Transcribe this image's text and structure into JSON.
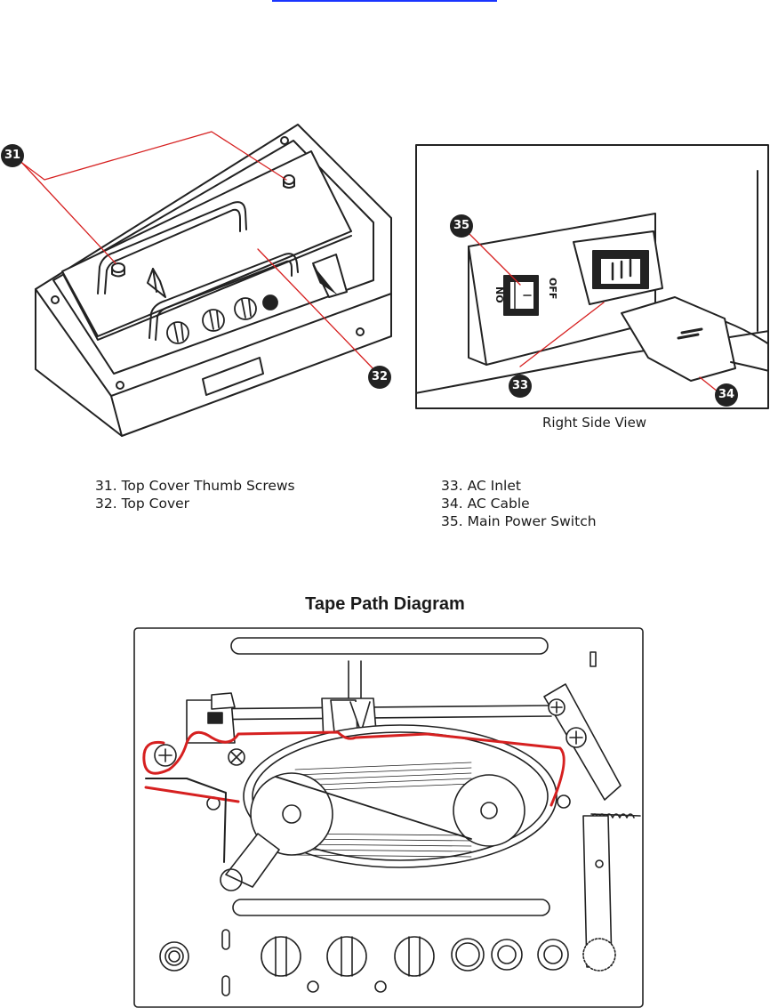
{
  "document": {
    "callouts": {
      "c31": "31",
      "c32": "32",
      "c33": "33",
      "c34": "34",
      "c35": "35"
    },
    "switch_labels": {
      "on": "ON",
      "off": "OFF"
    },
    "right_view_caption": "Right Side View",
    "legend_left": [
      "31. Top Cover Thumb Screws",
      "32. Top Cover"
    ],
    "legend_right": [
      "33. AC Inlet",
      "34. AC Cable",
      "35. Main Power Switch"
    ],
    "diagram_title": "Tape Path Diagram",
    "tape_color": "#d62020"
  }
}
